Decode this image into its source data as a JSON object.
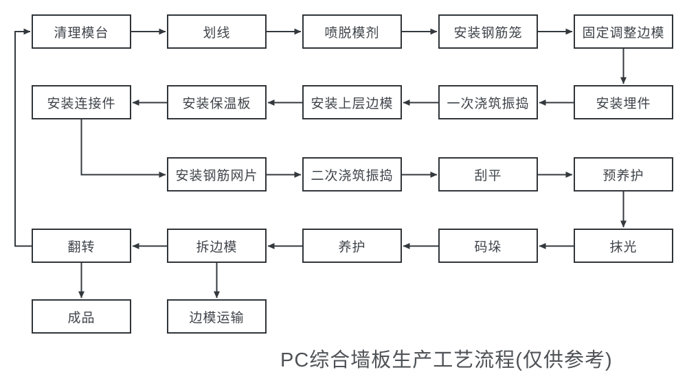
{
  "title": "PC综合墙板生产工艺流程(仅供参考)",
  "colors": {
    "line": "#33383d",
    "box_border": "#2f3438",
    "box_fill": "#ffffff",
    "node_text": "#3f444a",
    "title_text": "#4e5256",
    "background": "#ffffff"
  },
  "nodes": [
    {
      "id": "clean-table",
      "label": "清理模台"
    },
    {
      "id": "scribe-lines",
      "label": "划线"
    },
    {
      "id": "spray-release",
      "label": "喷脱模剂"
    },
    {
      "id": "install-rebar-cage",
      "label": "安装钢筋笼"
    },
    {
      "id": "fix-adjust-molds",
      "label": "固定调整边模"
    },
    {
      "id": "install-embeds",
      "label": "安装埋件"
    },
    {
      "id": "first-pour-vibrate",
      "label": "一次浇筑振捣"
    },
    {
      "id": "install-upper-mold",
      "label": "安装上层边模"
    },
    {
      "id": "install-insulation",
      "label": "安装保温板"
    },
    {
      "id": "install-connectors",
      "label": "安装连接件"
    },
    {
      "id": "install-rebar-mesh",
      "label": "安装钢筋网片"
    },
    {
      "id": "second-pour-vibrate",
      "label": "二次浇筑振捣"
    },
    {
      "id": "screed-flat",
      "label": "刮平"
    },
    {
      "id": "pre-curing",
      "label": "预养护"
    },
    {
      "id": "trowel-polish",
      "label": "抹光"
    },
    {
      "id": "stacking",
      "label": "码垛"
    },
    {
      "id": "curing",
      "label": "养护"
    },
    {
      "id": "remove-side-molds",
      "label": "拆边模"
    },
    {
      "id": "flip-over",
      "label": "翻转"
    },
    {
      "id": "finished-product",
      "label": "成品"
    },
    {
      "id": "mold-transport",
      "label": "边模运输"
    }
  ],
  "flow": {
    "connections": [
      {
        "from": "清理模台",
        "to": "划线"
      },
      {
        "from": "划线",
        "to": "喷脱模剂"
      },
      {
        "from": "喷脱模剂",
        "to": "安装钢筋笼"
      },
      {
        "from": "安装钢筋笼",
        "to": "固定调整边模"
      },
      {
        "from": "固定调整边模",
        "to": "安装埋件"
      },
      {
        "from": "安装埋件",
        "to": "一次浇筑振捣"
      },
      {
        "from": "一次浇筑振捣",
        "to": "安装上层边模"
      },
      {
        "from": "安装上层边模",
        "to": "安装保温板"
      },
      {
        "from": "安装保温板",
        "to": "安装连接件"
      },
      {
        "from": "安装连接件",
        "to": "安装钢筋网片"
      },
      {
        "from": "安装钢筋网片",
        "to": "二次浇筑振捣"
      },
      {
        "from": "二次浇筑振捣",
        "to": "刮平"
      },
      {
        "from": "刮平",
        "to": "预养护"
      },
      {
        "from": "预养护",
        "to": "抹光"
      },
      {
        "from": "抹光",
        "to": "码垛"
      },
      {
        "from": "码垛",
        "to": "养护"
      },
      {
        "from": "养护",
        "to": "拆边模"
      },
      {
        "from": "拆边模",
        "to": "翻转"
      },
      {
        "from": "翻转",
        "to": "成品"
      },
      {
        "from": "拆边模",
        "to": "边模运输"
      },
      {
        "from": "翻转",
        "to": "清理模台"
      }
    ]
  }
}
